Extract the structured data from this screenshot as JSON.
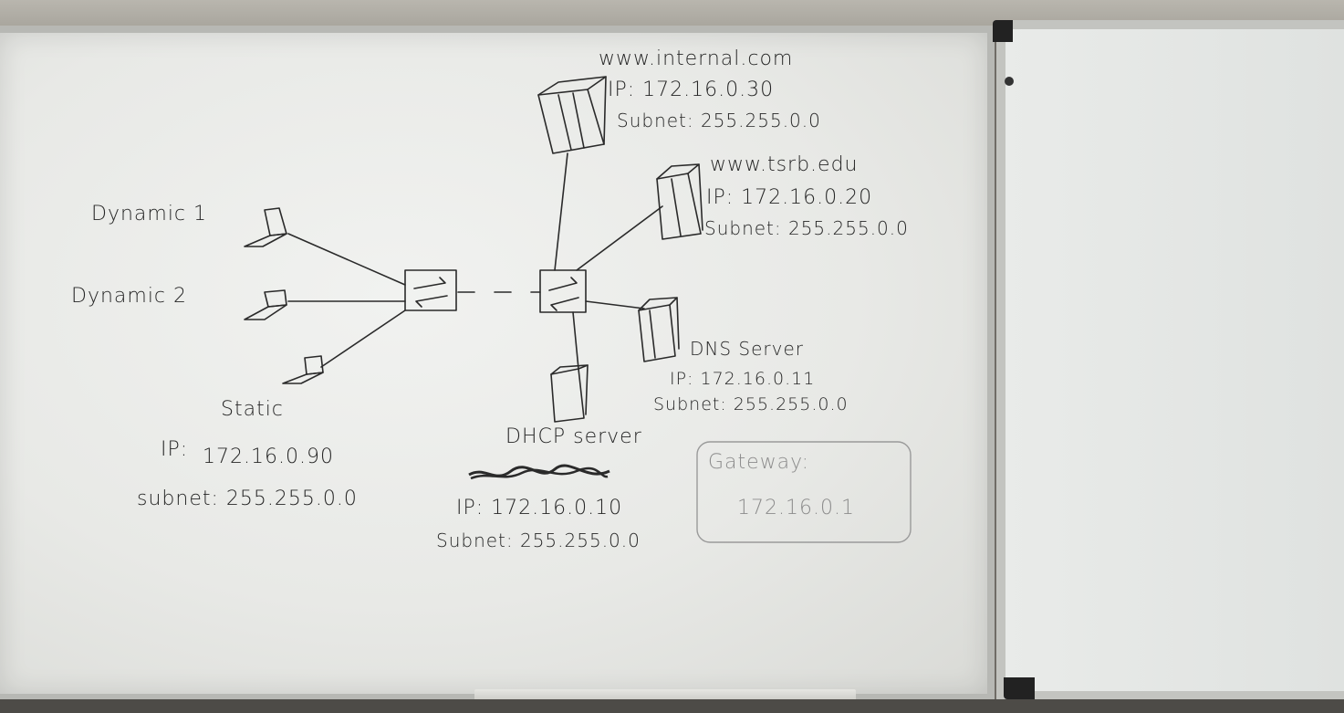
{
  "labels": {
    "dynamic1": "Dynamic 1",
    "dynamic2": "Dynamic 2",
    "static_title": "Static",
    "static_ip_prefix": "IP:",
    "static_ip": "172.16.0.90",
    "static_subnet": "subnet: 255.255.0.0",
    "dhcp_title": "DHCP server",
    "dhcp_ip": "IP: 172.16.0.10",
    "dhcp_subnet": "Subnet: 255.255.0.0",
    "internal_title": "www.internal.com",
    "internal_ip": "IP: 172.16.0.30",
    "internal_subnet": "Subnet: 255.255.0.0",
    "tsrb_title": "www.tsrb.edu",
    "tsrb_ip": "IP: 172.16.0.20",
    "tsrb_subnet": "Subnet: 255.255.0.0",
    "dns_title": "DNS Server",
    "dns_ip": "IP: 172.16.0.11",
    "dns_subnet": "Subnet: 255.255.0.0",
    "gateway_title": "Gateway:",
    "gateway_ip": "172.16.0.1"
  },
  "colors": {
    "ink": "#262626",
    "faded_ink": "#8c8c8c",
    "board": "#eceeec"
  }
}
